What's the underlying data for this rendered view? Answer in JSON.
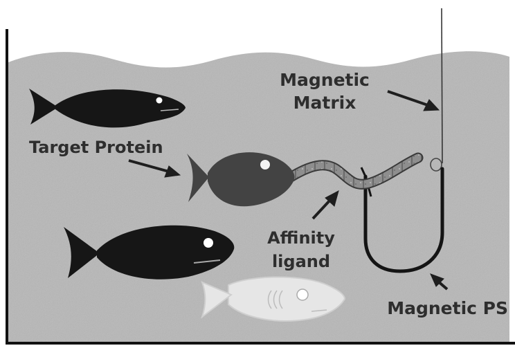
{
  "labels": {
    "magnetic_matrix": [
      "Magnetic",
      "Matrix"
    ],
    "target_protein": "Target Protein",
    "affinity_ligand": [
      "Affinity",
      "ligand"
    ],
    "magnetic_ps": "Magnetic PS"
  },
  "colors": {
    "water_fill": "#b7b7b7",
    "fish_dark": "#161616",
    "fish_target": "#434343",
    "fish_outline_light": "#d7d7d7",
    "ligand_fill": "#8c8c8c",
    "hook_line": "#1a1a1a",
    "label_text": "#2e2e2e"
  },
  "icons": {
    "fish_top": "black-fish",
    "fish_target": "gray-fish",
    "fish_bottom": "black-fish",
    "fish_faint": "outline-fish",
    "hook": "fishing-hook",
    "ligand": "worm-bait"
  }
}
